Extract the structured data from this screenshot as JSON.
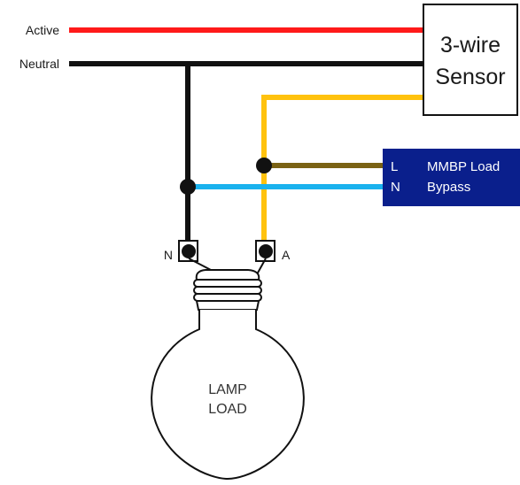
{
  "wires": {
    "active_label": "Active",
    "neutral_label": "Neutral"
  },
  "sensor": {
    "line1": "3-wire",
    "line2": "Sensor"
  },
  "mmbp": {
    "terminal_l": "L",
    "terminal_n": "N",
    "line1": "MMBP Load",
    "line2": "Bypass"
  },
  "lamp": {
    "line1": "LAMP",
    "line2": "LOAD"
  },
  "terminals": {
    "neutral": "N",
    "active": "A"
  },
  "colors": {
    "active_wire": "#ff1a1a",
    "neutral_wire": "#111111",
    "switched_wire": "#ffc20e",
    "bypass_l_wire": "#7a6214",
    "bypass_n_wire": "#1ab2ee",
    "mmbp_box": "#0a1f8c"
  }
}
